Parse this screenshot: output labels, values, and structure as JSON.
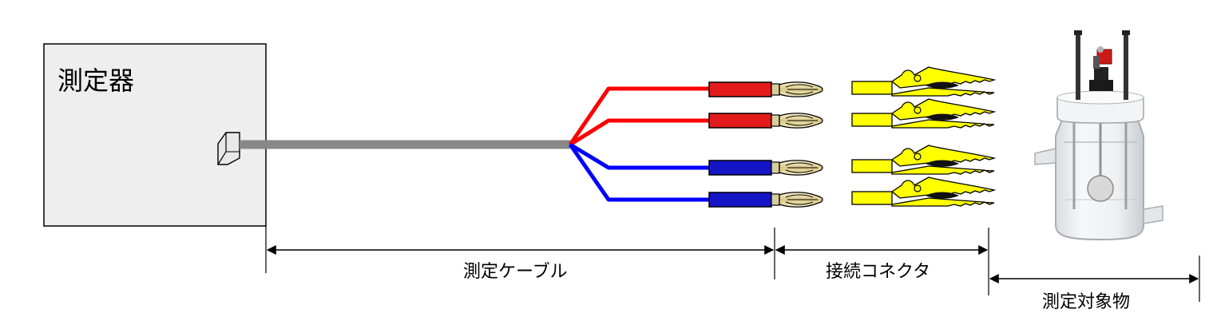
{
  "measuring_device": {
    "label": "測定器"
  },
  "dimensions": {
    "cable": {
      "label": "測定ケーブル"
    },
    "connector": {
      "label": "接続コネクタ"
    },
    "target": {
      "label": "測定対象物"
    }
  },
  "colors": {
    "device_fill": "#eeeeee",
    "cable_gray": "#888888",
    "wire_red": "#ff0000",
    "wire_blue": "#0000ff",
    "plug_red": "#e31b1b",
    "plug_blue": "#1515c8",
    "clip_yellow": "#ffff00",
    "banana_gold": "#e9dca8"
  }
}
